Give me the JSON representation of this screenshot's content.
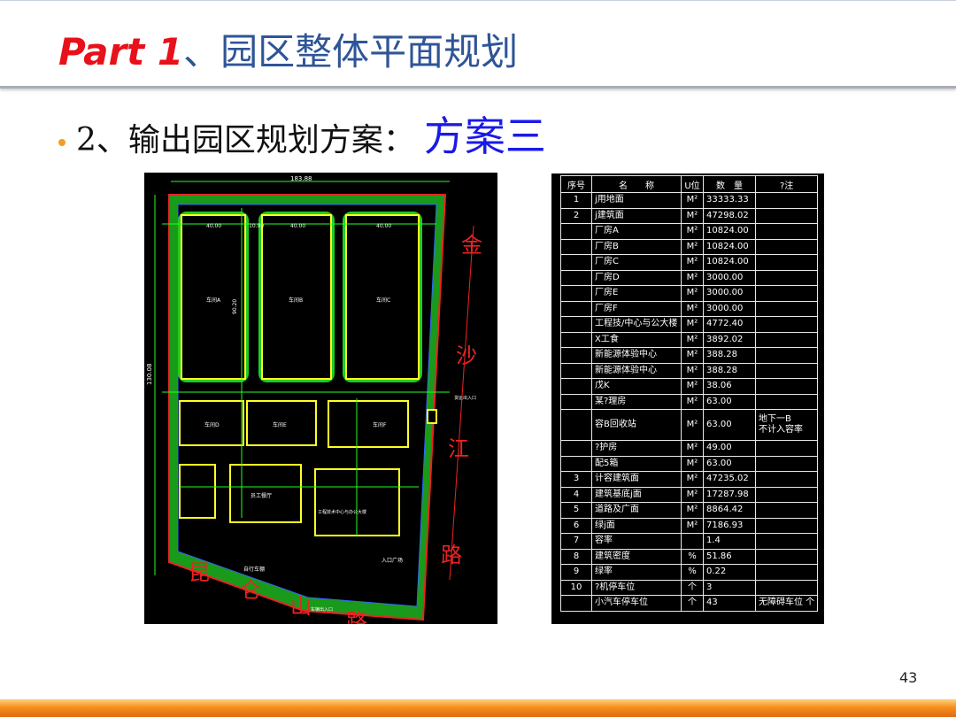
{
  "header": {
    "title_part": "Part 1",
    "title_rest": "、园区整体平面规划"
  },
  "bullet": {
    "text": "2、输出园区规划方案：",
    "accent": "方案三"
  },
  "site_plan": {
    "roads": {
      "east": [
        "金",
        "沙",
        "江",
        "路"
      ],
      "south": [
        "昆",
        "仑",
        "山",
        "路"
      ]
    },
    "dimensions": {
      "width": "183.88",
      "height": "130.08",
      "bay": "40.00",
      "gap": "10.00",
      "depth": "90.20"
    },
    "labels": {
      "entrance_south": "车辆出入口",
      "entrance_east": "货运出入口",
      "plaza": "入口广场",
      "plant_a": "车间A",
      "plant_b": "车间B",
      "plant_c": "车间C",
      "plant_d": "车间D",
      "plant_e": "车间E",
      "plant_f": "车间F",
      "staff": "员工餐厅",
      "office": "工程技术中心与办公大楼",
      "parking": "自行车棚"
    }
  },
  "table": {
    "headers": [
      "序号",
      "名　　称",
      "U位",
      "数　量",
      "?注"
    ],
    "rows": [
      [
        "1",
        "j用地面",
        "M²",
        "33333.33",
        ""
      ],
      [
        "2",
        "j建筑面",
        "M²",
        "47298.02",
        ""
      ],
      [
        "",
        "厂房A",
        "M²",
        "10824.00",
        ""
      ],
      [
        "",
        "厂房B",
        "M²",
        "10824.00",
        ""
      ],
      [
        "",
        "厂房C",
        "M²",
        "10824.00",
        ""
      ],
      [
        "",
        "厂房D",
        "M²",
        "3000.00",
        ""
      ],
      [
        "",
        "厂房E",
        "M²",
        "3000.00",
        ""
      ],
      [
        "",
        "厂房F",
        "M²",
        "3000.00",
        ""
      ],
      [
        "",
        "工程技/中心与公大楼",
        "M²",
        "4772.40",
        ""
      ],
      [
        "",
        "X工食",
        "M²",
        "3892.02",
        ""
      ],
      [
        "",
        "新能源体验中心",
        "M²",
        "388.28",
        ""
      ],
      [
        "",
        "新能源体验中心",
        "M²",
        "388.28",
        ""
      ],
      [
        "",
        "戊K",
        "M²",
        "38.06",
        ""
      ],
      [
        "",
        "某?理房",
        "M²",
        "63.00",
        ""
      ],
      [
        "",
        "容B回收站",
        "M²",
        "63.00",
        "地下一B\n不计入容率"
      ],
      [
        "",
        "?护房",
        "M²",
        "49.00",
        ""
      ],
      [
        "",
        "配5箱",
        "M²",
        "63.00",
        ""
      ],
      [
        "3",
        "计容建筑面",
        "M²",
        "47235.02",
        ""
      ],
      [
        "4",
        "建筑基底j面",
        "M²",
        "17287.98",
        ""
      ],
      [
        "5",
        "道路及广面",
        "M²",
        "8864.42",
        ""
      ],
      [
        "6",
        "绿j面",
        "M²",
        "7186.93",
        ""
      ],
      [
        "7",
        "容率",
        "",
        "1.4",
        ""
      ],
      [
        "8",
        "建筑密度",
        "%",
        "51.86",
        ""
      ],
      [
        "9",
        "绿率",
        "%",
        "0.22",
        ""
      ],
      [
        "10",
        "?机停车位",
        "个",
        "3",
        ""
      ],
      [
        "",
        "小汽车停车位",
        "个",
        "43",
        "无障碍车位 个"
      ]
    ]
  },
  "page_number": "43"
}
